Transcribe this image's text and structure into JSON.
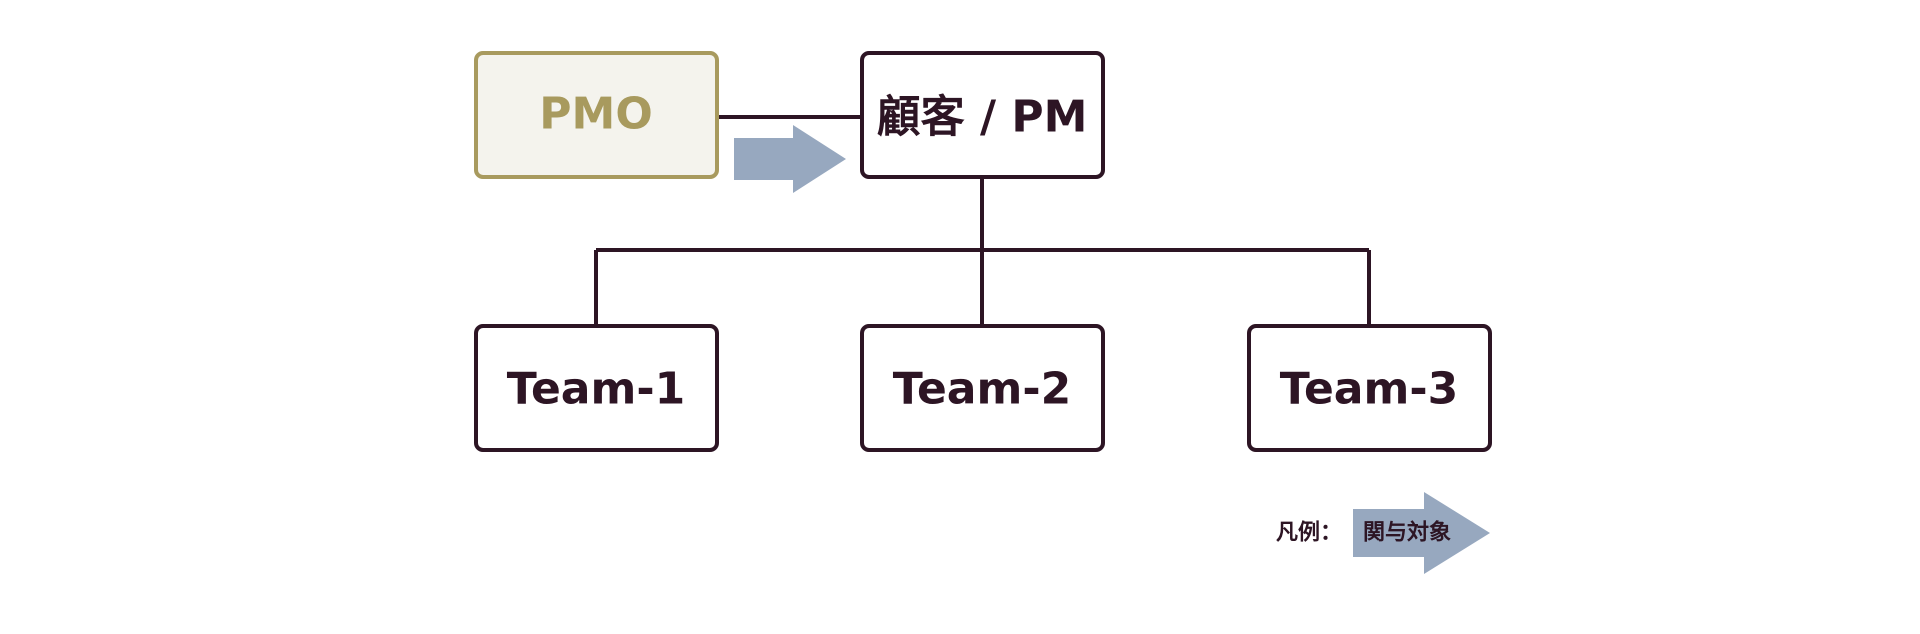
{
  "nodes": {
    "pmo": {
      "label": "PMO"
    },
    "client_pm": {
      "label": "顧客 / PM"
    },
    "team1": {
      "label": "Team-1"
    },
    "team2": {
      "label": "Team-2"
    },
    "team3": {
      "label": "Team-3"
    }
  },
  "legend": {
    "prefix": "凡例：",
    "arrow_label": "関与対象"
  },
  "colors": {
    "line": "#2d1524",
    "pmo_border": "#a89a5e",
    "pmo_fill": "#f4f3ed",
    "pmo_text": "#a89a5e",
    "arrow": "#97a8bf",
    "text": "#2d1524"
  }
}
